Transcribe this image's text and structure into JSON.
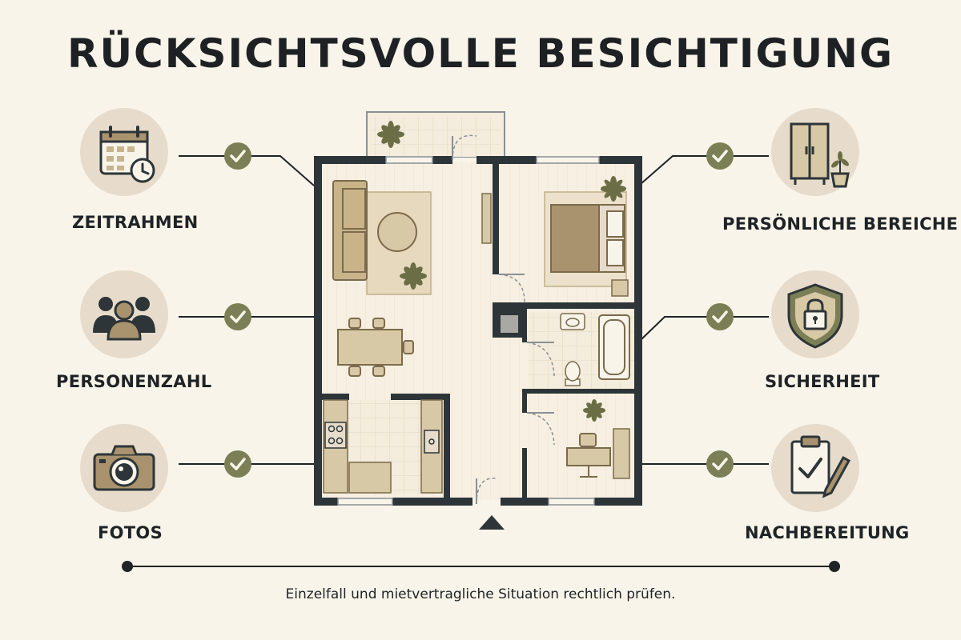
{
  "title": "RÜCKSICHTSVOLLE BESICHTIGUNG",
  "left_items": [
    {
      "label": "ZEITRAHMEN",
      "icon": "calendar-clock-icon"
    },
    {
      "label": "PERSONENZAHL",
      "icon": "people-group-icon"
    },
    {
      "label": "FOTOS",
      "icon": "camera-icon"
    }
  ],
  "right_items": [
    {
      "label": "PERSÖNLICHE BEREICHE",
      "icon": "wardrobe-plant-icon"
    },
    {
      "label": "SICHERHEIT",
      "icon": "shield-lock-icon"
    },
    {
      "label": "NACHBEREITUNG",
      "icon": "clipboard-check-icon"
    }
  ],
  "footnote": "Einzelfall und mietvertragliche Situation rechtlich prüfen.",
  "colors": {
    "background": "#f8f4ea",
    "wall": "#2d3538",
    "accent_green": "#7c7f55",
    "icon_circle": "#e7dccb",
    "furniture": "#d8c9a6",
    "furniture_stroke": "#8a7c5e",
    "plant": "#6b6e45"
  }
}
